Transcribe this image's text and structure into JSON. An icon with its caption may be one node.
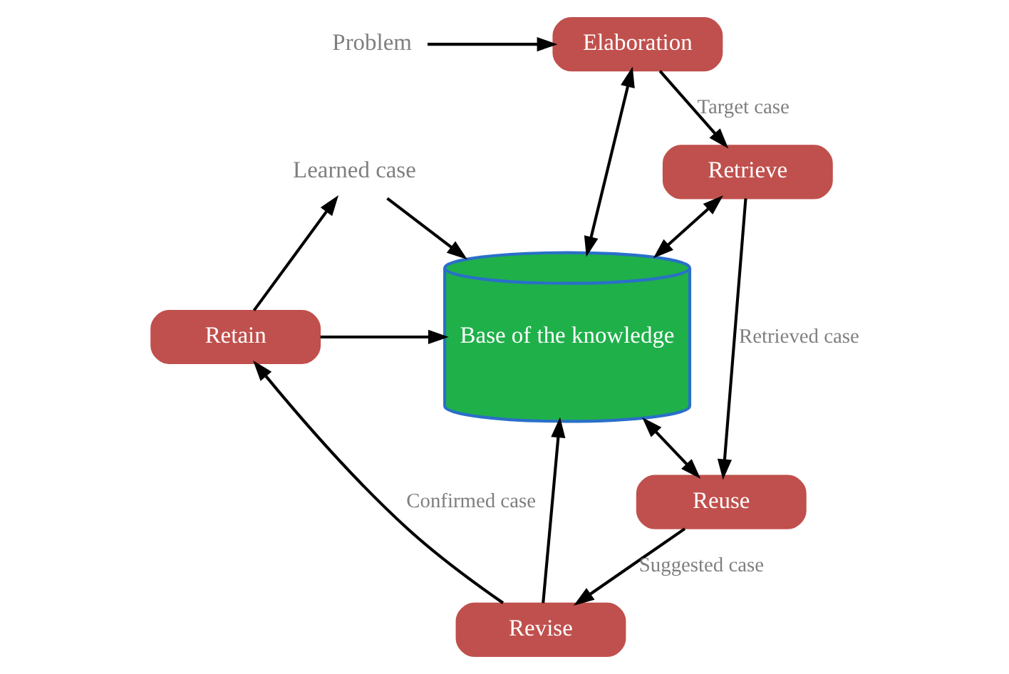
{
  "diagram": {
    "nodes": [
      {
        "text": [
          "Problem"
        ]
      },
      {
        "text": [
          "Elaboration"
        ]
      },
      {
        "text": [
          "Retrieve"
        ]
      },
      {
        "text": [
          "Base of the knowledge"
        ]
      },
      {
        "text": [
          "Retain"
        ]
      },
      {
        "text": [
          "Learned case"
        ]
      },
      {
        "text": [
          "Reuse"
        ]
      },
      {
        "text": [
          "Revise"
        ]
      }
    ],
    "edges": [
      {
        "from": 0,
        "to": 1,
        "arrow": "to"
      },
      {
        "from": 1,
        "to": 3,
        "arrow": "both"
      },
      {
        "from": 1,
        "to": 2,
        "arrow": "to",
        "label": "Target case"
      },
      {
        "from": 2,
        "to": 3,
        "arrow": "both"
      },
      {
        "from": 2,
        "to": 6,
        "arrow": "to",
        "label": "Retrieved case"
      },
      {
        "from": 3,
        "to": 6,
        "arrow": "both"
      },
      {
        "from": 6,
        "to": 7,
        "arrow": "to",
        "label": "Suggested case"
      },
      {
        "from": 7,
        "to": 3,
        "arrow": "to"
      },
      {
        "from": 7,
        "to": 4,
        "arrow": "to",
        "label": "Confirmed case"
      },
      {
        "from": 4,
        "to": 3,
        "arrow": "to"
      },
      {
        "from": 4,
        "to": 5,
        "arrow": "to"
      },
      {
        "from": 5,
        "to": 3,
        "arrow": "to"
      }
    ]
  }
}
